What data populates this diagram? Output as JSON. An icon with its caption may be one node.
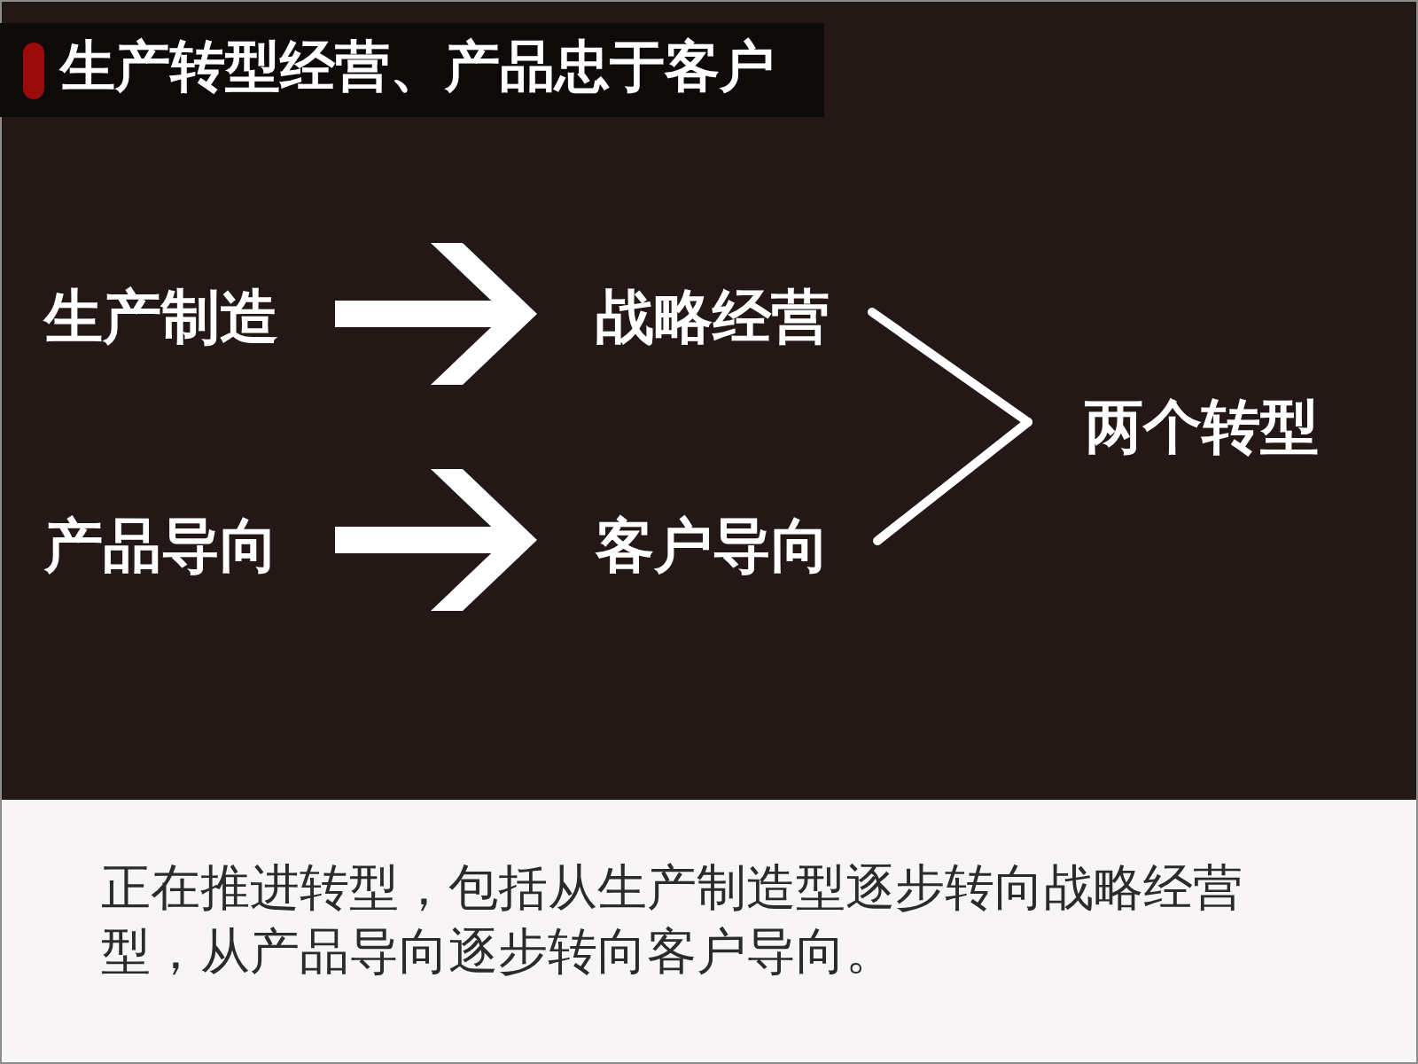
{
  "diagram": {
    "title": "生产转型经营、产品忠于客户",
    "nodes": [
      {
        "text": [
          "生产制造"
        ]
      },
      {
        "text": [
          "战略经营"
        ]
      },
      {
        "text": [
          "产品导向"
        ]
      },
      {
        "text": [
          "客户导向"
        ]
      },
      {
        "text": [
          "两个转型"
        ]
      }
    ],
    "edges": [
      {
        "from": 0,
        "to": 1,
        "arrow": "to",
        "style": "thick"
      },
      {
        "from": 2,
        "to": 3,
        "arrow": "to",
        "style": "thick"
      },
      {
        "from": 1,
        "to": 4,
        "arrow": "none"
      },
      {
        "from": 3,
        "to": 4,
        "arrow": "none"
      }
    ],
    "caption": "正在推进转型，包括从生产制造型逐步转向战略经营型，从产品导向逐步转向客户导向。"
  }
}
